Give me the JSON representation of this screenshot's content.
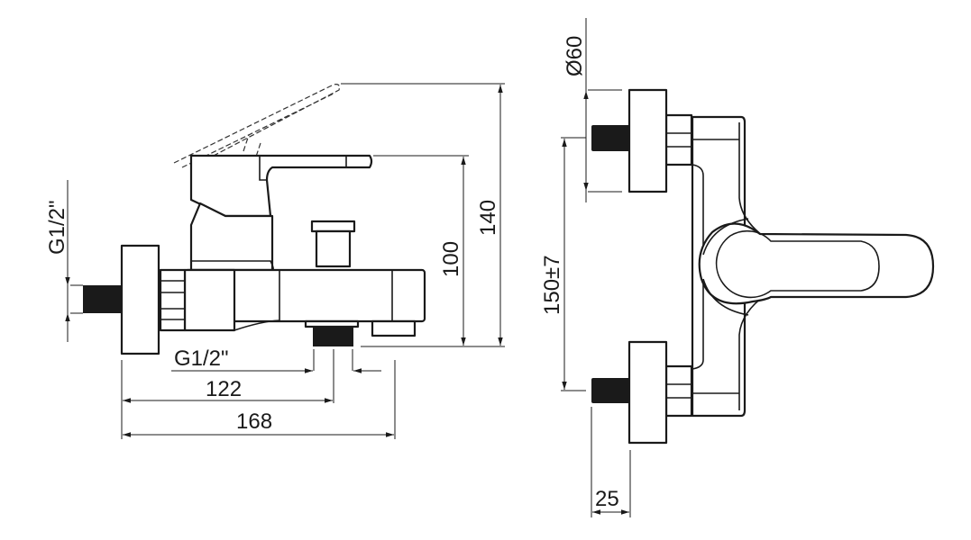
{
  "side_view": {
    "dim_thread_inlet": "G1/2\"",
    "dim_thread_outlet": "G1/2\"",
    "dim_width_to_spout": "122",
    "dim_total_width": "168",
    "dim_height_lever": "100",
    "dim_height_raised": "140"
  },
  "front_view": {
    "dim_flange_diameter": "Ø60",
    "dim_center_distance": "150±7",
    "dim_stub_length": "25"
  }
}
